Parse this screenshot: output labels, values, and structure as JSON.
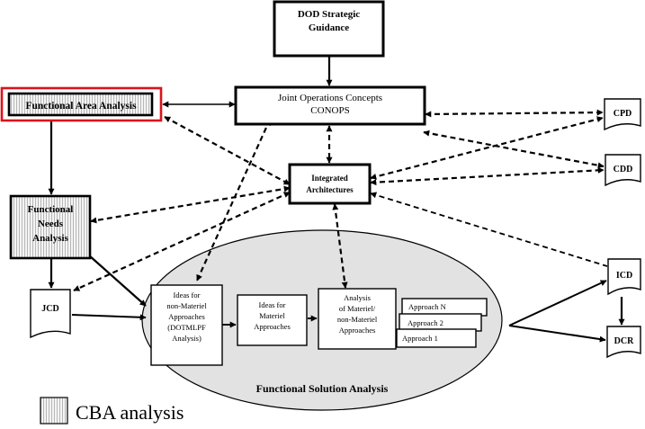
{
  "nodes": {
    "dod_strategic_guidance": [
      "DOD Strategic",
      "Guidance"
    ],
    "conops": [
      "Joint Operations Concepts",
      "CONOPS"
    ],
    "functional_area_analysis": "Functional Area Analysis",
    "integrated_architectures": [
      "Integrated",
      "Architectures"
    ],
    "functional_needs_analysis": [
      "Functional",
      "Needs",
      "Analysis"
    ],
    "jcd": "JCD",
    "cpd": "CPD",
    "cdd": "CDD",
    "icd": "ICD",
    "dcr": "DCR",
    "ideas_non_materiel": [
      "Ideas for",
      "non-Materiel",
      "Approaches",
      "(DOTMLPF",
      "Analysis)"
    ],
    "ideas_materiel": [
      "Ideas for",
      "Materiel",
      "Approaches"
    ],
    "analysis_materiel": [
      "Analysis",
      "of Materiel/",
      "non-Materiel",
      "Approaches"
    ],
    "approach_n": "Approach N",
    "approach_2": "Approach 2",
    "approach_1": "Approach 1",
    "functional_solution_analysis": "Functional Solution Analysis"
  },
  "legend": {
    "label": "CBA analysis"
  },
  "colors": {
    "highlight": "#d9141b",
    "shade": "#e6e6e6",
    "ellipse_fill": "#e2e2e2",
    "line": "#000000"
  }
}
